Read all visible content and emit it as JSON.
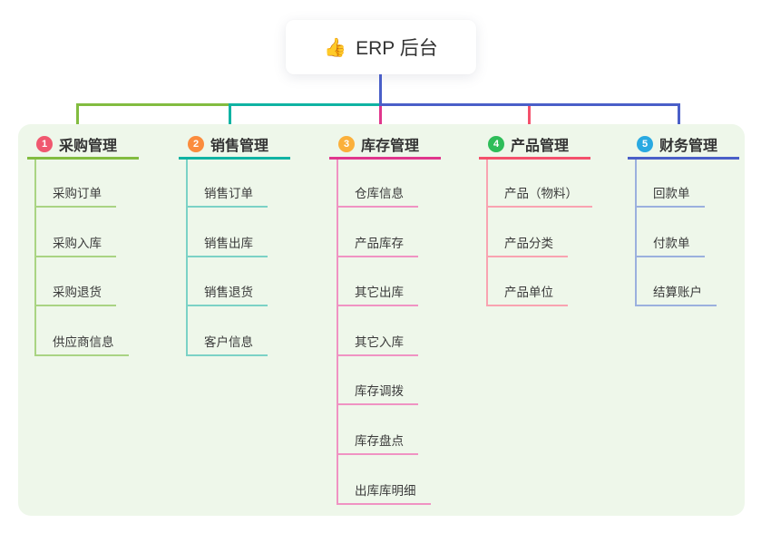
{
  "root": {
    "icon": "👍",
    "label": "ERP 后台"
  },
  "connectors": {
    "stem_color": "#4a5fc8"
  },
  "panel": {
    "background": "#eef7ea"
  },
  "branches": [
    {
      "num": "1",
      "title": "采购管理",
      "badge_color": "#f0586f",
      "line_color": "#82bc40",
      "child_line_color": "#a9d483",
      "children": [
        "采购订单",
        "采购入库",
        "采购退货",
        "供应商信息"
      ]
    },
    {
      "num": "2",
      "title": "销售管理",
      "badge_color": "#fb8c3d",
      "line_color": "#10b3a3",
      "child_line_color": "#7bd2c6",
      "children": [
        "销售订单",
        "销售出库",
        "销售退货",
        "客户信息"
      ]
    },
    {
      "num": "3",
      "title": "库存管理",
      "badge_color": "#fbb03b",
      "line_color": "#e0368c",
      "child_line_color": "#f093c3",
      "children": [
        "仓库信息",
        "产品库存",
        "其它出库",
        "其它入库",
        "库存调拨",
        "库存盘点",
        "出库库明细"
      ]
    },
    {
      "num": "4",
      "title": "产品管理",
      "badge_color": "#2ebd59",
      "line_color": "#f4516c",
      "child_line_color": "#f9a3b1",
      "children": [
        "产品（物料）",
        "产品分类",
        "产品单位"
      ]
    },
    {
      "num": "5",
      "title": "财务管理",
      "badge_color": "#29a9e1",
      "line_color": "#4a5fc8",
      "child_line_color": "#9bb0de",
      "children": [
        "回款单",
        "付款单",
        "结算账户"
      ]
    }
  ]
}
